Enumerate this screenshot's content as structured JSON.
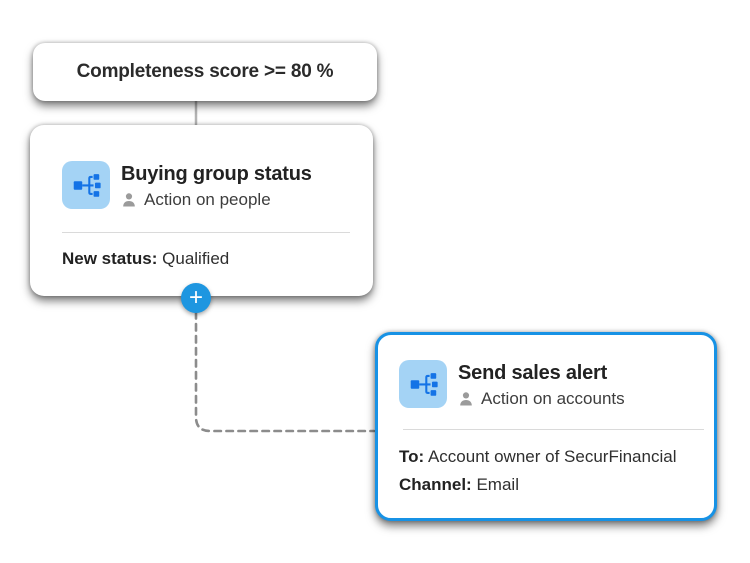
{
  "canvas": {
    "background": "#ffffff"
  },
  "colors": {
    "selected_node_border": "#1792e5",
    "add_button_blue": "#1e96e0",
    "icon_background_blue": "#a4d3f5",
    "icon_glyph_blue": "#1473e6",
    "connector_gray": "#8c8c8c",
    "divider_gray": "#dadada",
    "person_icon_gray": "#9b9b9b",
    "text_dark": "#2c2c2c"
  },
  "nodes": {
    "condition": {
      "title": "Completeness score >= 80 %"
    },
    "buying_group": {
      "title": "Buying group status",
      "subtitle": "Action on people",
      "detail_label": "New status:",
      "detail_value": " Qualified"
    },
    "sales_alert": {
      "title": "Send sales alert",
      "subtitle": "Action on accounts",
      "to_label": "To:",
      "to_value": " Account owner of SecurFinancial",
      "channel_label": "Channel:",
      "channel_value": " Email"
    }
  },
  "add_button": {
    "label": "+"
  }
}
